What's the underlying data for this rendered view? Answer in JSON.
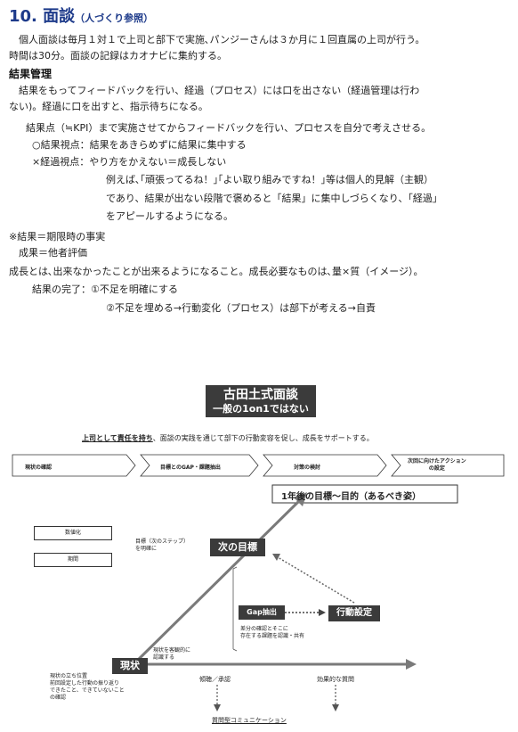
{
  "heading": {
    "number": "10.",
    "title": "面談",
    "note": "（人づくり参照）"
  },
  "p1": [
    "　個人面談は毎月１対１で上司と部下で実施､パンジーさんは３か月に１回直属の上司が行う。",
    "時間は30分。面談の記録はカオナビに集約する。"
  ],
  "sec": "結果管理",
  "p2": [
    "　結果をもってフィードバックを行い、経過（プロセス）には口を出さない（経過管理は行わ",
    "ない)。経過に口を出すと、指示待ちになる。"
  ],
  "p3": "　結果点（≒KPI）まで実施させてからフィードバックを行い、プロセスを自分で考えさせる。",
  "p4": "○結果視点：結果をあきらめずに結果に集中する",
  "p5": "×経過視点：やり方をかえない＝成長しない",
  "p6": [
    "例えば､｢頑張ってるね！｣｢よい取り組みですね！｣等は個人的見解（主観）",
    "であり、結果が出ない段階で褒めると「結果」に集中しづらくなり、「経過」",
    "をアピールするようになる。"
  ],
  "p7": "※結果＝期限時の事実",
  "p8": "　成果＝他者評価",
  "p9": "成長とは､出来なかったことが出来るようになること。成長必要なものは､量×質（イメージ）。",
  "p10": "結果の完了：①不足を明確にする",
  "p11": "②不足を埋める→行動変化（プロセス）は部下が考える→自責",
  "diagram": {
    "title1": "古田土式面談",
    "title2": "一般の1on1ではない",
    "subtitle_u": "上司として責任を持ち",
    "subtitle_rest": "、面談の実践を通じて部下の行動変容を促し、成長をサポートする。",
    "steps": [
      "現状の確認",
      "目標とのGAP・課題抽出",
      "対策の検討",
      "次回に向けたアクション\nの設定"
    ],
    "goal": "1年後の目標〜目的（あるべき姿）",
    "left_box1": "数値化",
    "left_box2": "期間",
    "next_goal_note": "目標（次のステップ）\nを明確に",
    "next_goal": "次の目標",
    "gap": "Gap抽出",
    "action": "行動設定",
    "gap_note": "差分の確認とそこに\n存在する課題を認識・共有",
    "current_note": "現状を客観的に\n認識する",
    "current": "現状",
    "current_pos": "現状の立ち位置\n前回設定した行動の振り返り\nできたこと、できていないこと\nの確認",
    "listen": "傾聴／承認",
    "question": "効果的な質問",
    "comm": "質問型コミュニケーション"
  }
}
